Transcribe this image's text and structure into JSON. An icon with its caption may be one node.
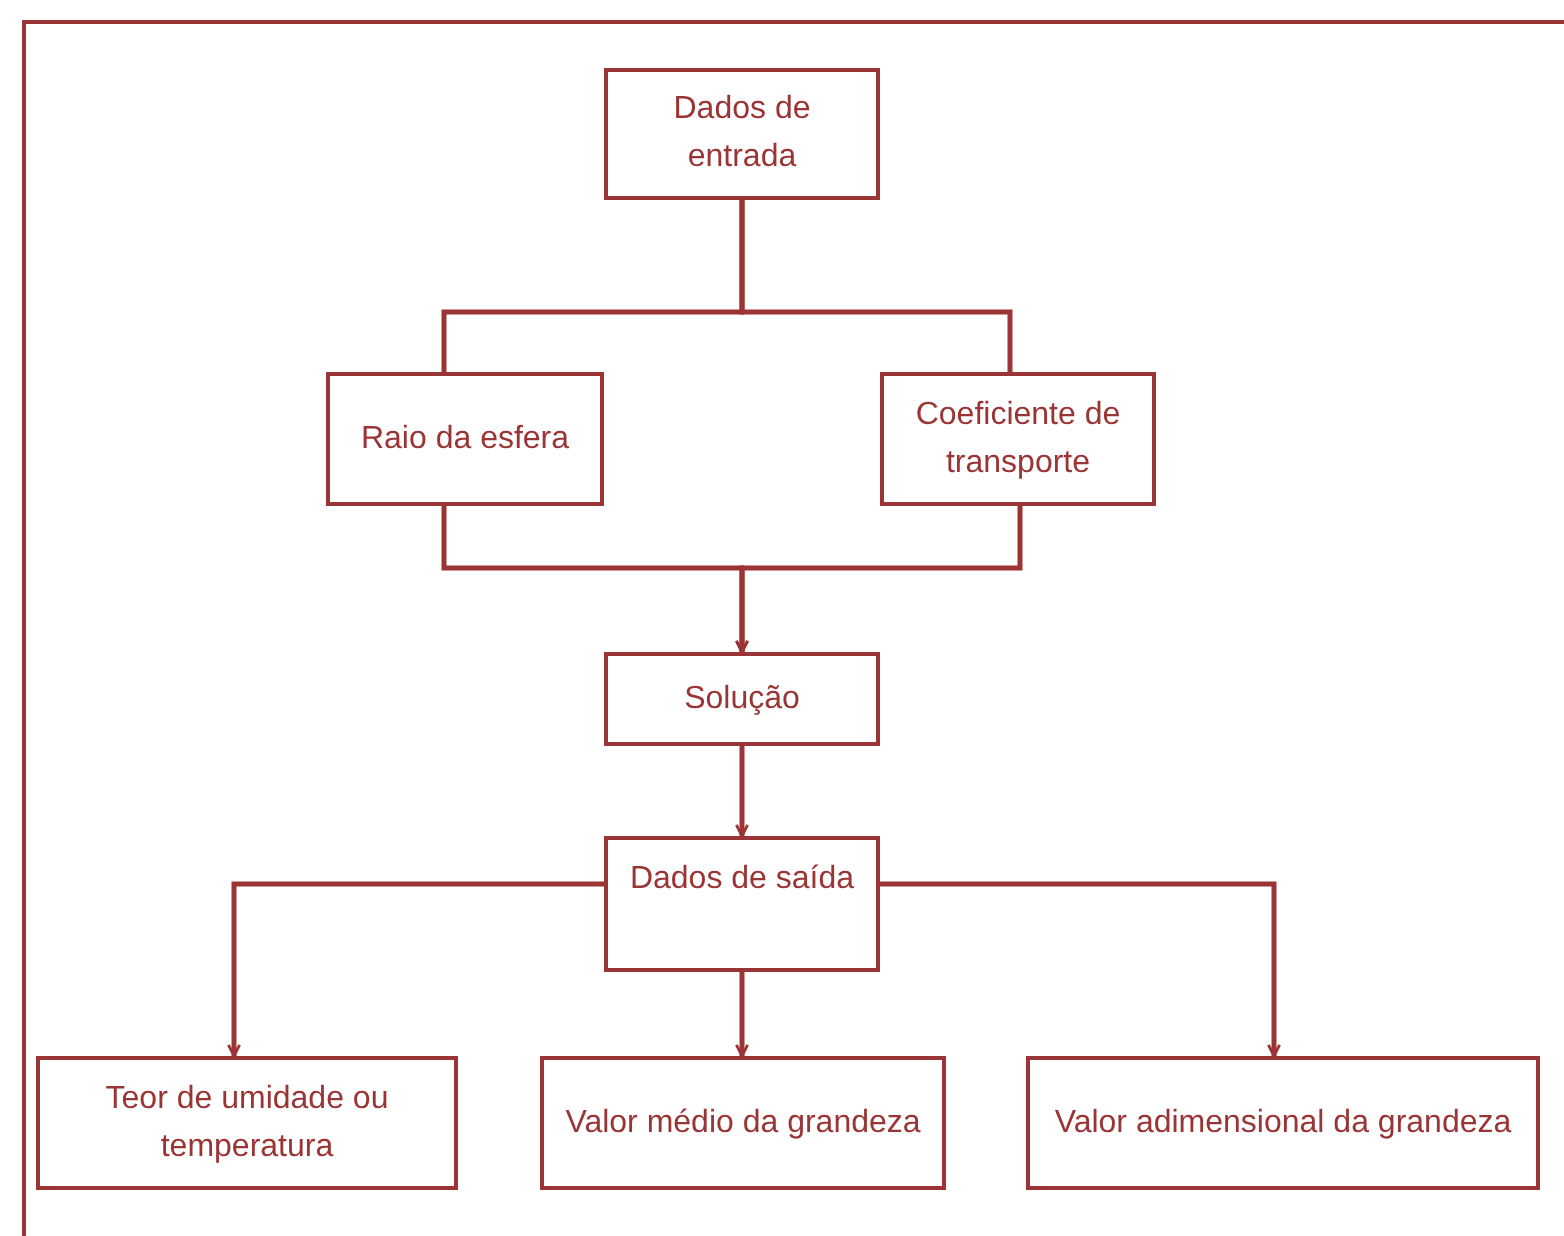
{
  "diagram": {
    "nodes": [
      {
        "text": [
          "Dados de entrada"
        ]
      },
      {
        "text": [
          "Raio da esfera"
        ]
      },
      {
        "text": [
          "Coeficiente de transporte"
        ]
      },
      {
        "text": [
          "Solução"
        ]
      },
      {
        "text": [
          "Dados de saída"
        ]
      },
      {
        "text": [
          "Teor de umidade ou temperatura"
        ]
      },
      {
        "text": [
          "Valor médio da grandeza"
        ]
      },
      {
        "text": [
          "Valor adimensional da grandeza"
        ]
      }
    ],
    "edges": [
      {
        "from": 0,
        "to": 1,
        "arrow": "none"
      },
      {
        "from": 0,
        "to": 2,
        "arrow": "none"
      },
      {
        "from": 1,
        "to": 3,
        "arrow": "to"
      },
      {
        "from": 2,
        "to": 3,
        "arrow": "to"
      },
      {
        "from": 3,
        "to": 4,
        "arrow": "to"
      },
      {
        "from": 4,
        "to": 5,
        "arrow": "to"
      },
      {
        "from": 4,
        "to": 6,
        "arrow": "to"
      },
      {
        "from": 4,
        "to": 7,
        "arrow": "to"
      }
    ]
  }
}
